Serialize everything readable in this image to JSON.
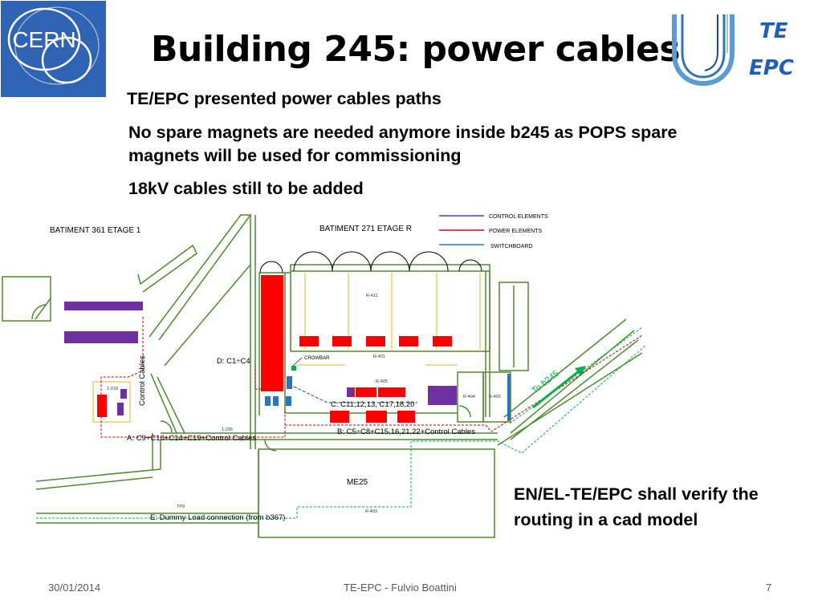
{
  "slide": {
    "title": "Building 245: power cables",
    "logos": {
      "cern": "CERN",
      "te": "TE",
      "epc": "EPC"
    },
    "bullets": [
      "TE/EPC presented power cables paths",
      "No spare magnets are needed anymore inside b245 as POPS spare",
      "magnets will be used for commissioning",
      "18kV cables still to be added"
    ],
    "note": [
      "EN/EL-TE/EPC shall verify the",
      "routing in a cad model"
    ],
    "footer": {
      "date": "30/01/2014",
      "author": "TE-EPC -  Fulvio Boattini",
      "page": "7"
    }
  },
  "diagram": {
    "legend": [
      {
        "label": "CONTROL ELEMENTS",
        "color": "#7030a0"
      },
      {
        "label": "POWER ELEMENTS",
        "color": "#e00000"
      },
      {
        "label": "SWITCHBOARD",
        "color": "#2e75b6"
      }
    ],
    "buildings": {
      "b361": "BATIMENT 361  ETAGE 1",
      "b271": "BATIMENT 271  ETAGE R"
    },
    "rooms": {
      "r411": "R-411",
      "r401": "R-401",
      "r405": "R-405",
      "r404": "R-404",
      "r402": "R-402",
      "r1018": "1-018",
      "r1205": "1-205",
      "me25": "ME25",
      "r403": "R-403",
      "tp9": "TP9"
    },
    "labels": {
      "crowbar": "CROWBAR",
      "d": "D: C1÷C4",
      "control_cables": "Control Cables",
      "c": "C: C11,12,13, C17,18,20",
      "b": "B: C5÷C8+C15,16,21,22+Control Cables",
      "a": "A: C9+C10+C14+C19+Control Cables",
      "e": "E: Dummy Load connection (from b367)",
      "to_b245": "To b245"
    },
    "colors": {
      "wall": "#4e8a2e",
      "power": "#ff0000",
      "control": "#7030a0",
      "switchboard": "#2e75b6",
      "cable_red": "#c00000",
      "cable_green": "#00b050",
      "cable_blue": "#1f4e79"
    }
  }
}
